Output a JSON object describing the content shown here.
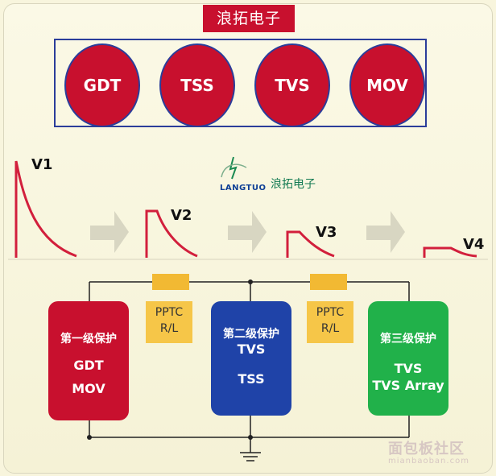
{
  "brand_title": "浪拓电子",
  "devices": [
    "GDT",
    "TSS",
    "TVS",
    "MOV"
  ],
  "voltages": [
    "V1",
    "V2",
    "V3",
    "V4"
  ],
  "logo": {
    "name": "LANGTUO",
    "cn": "浪拓电子"
  },
  "stages": [
    {
      "title": "第一级保护",
      "lines": [
        "GDT",
        "MOV"
      ],
      "color": "#c8102e"
    },
    {
      "title": "第二级保护",
      "lines": [
        "TVS",
        "TSS"
      ],
      "color": "#1f43a8"
    },
    {
      "title": "第三级保护",
      "lines": [
        "TVS",
        "TVS Array"
      ],
      "color": "#21b14a"
    }
  ],
  "pptc": [
    {
      "top": "PPTC",
      "bottom": "R/L"
    },
    {
      "top": "PPTC",
      "bottom": "R/L"
    }
  ],
  "watermark": {
    "cn": "面包板社区",
    "url": "mianbaoban.com"
  }
}
